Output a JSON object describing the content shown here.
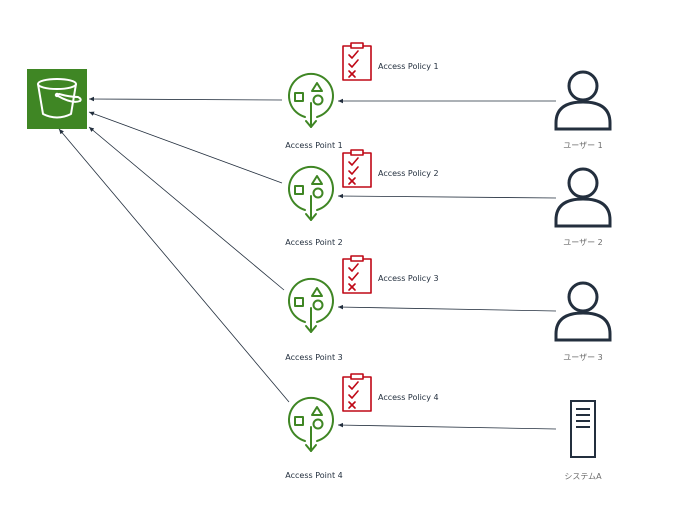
{
  "colors": {
    "s3_green": "#3f8624",
    "access_point_green": "#3f8624",
    "policy_red": "#bf0816",
    "user_black": "#232f3e",
    "arrow": "#232f3e"
  },
  "s3_bucket": {
    "icon": "s3-bucket-icon"
  },
  "access_points": [
    {
      "label": "Access Point 1",
      "policy": "Access Policy 1",
      "client": {
        "type": "user",
        "label": "ユーザー 1",
        "icon": "user-icon"
      }
    },
    {
      "label": "Access Point 2",
      "policy": "Access Policy 2",
      "client": {
        "type": "user",
        "label": "ユーザー 2",
        "icon": "user-icon"
      }
    },
    {
      "label": "Access Point 3",
      "policy": "Access Policy 3",
      "client": {
        "type": "user",
        "label": "ユーザー 3",
        "icon": "user-icon"
      }
    },
    {
      "label": "Access Point 4",
      "policy": "Access Policy 4",
      "client": {
        "type": "server",
        "label": "システムA",
        "icon": "server-icon"
      }
    }
  ]
}
